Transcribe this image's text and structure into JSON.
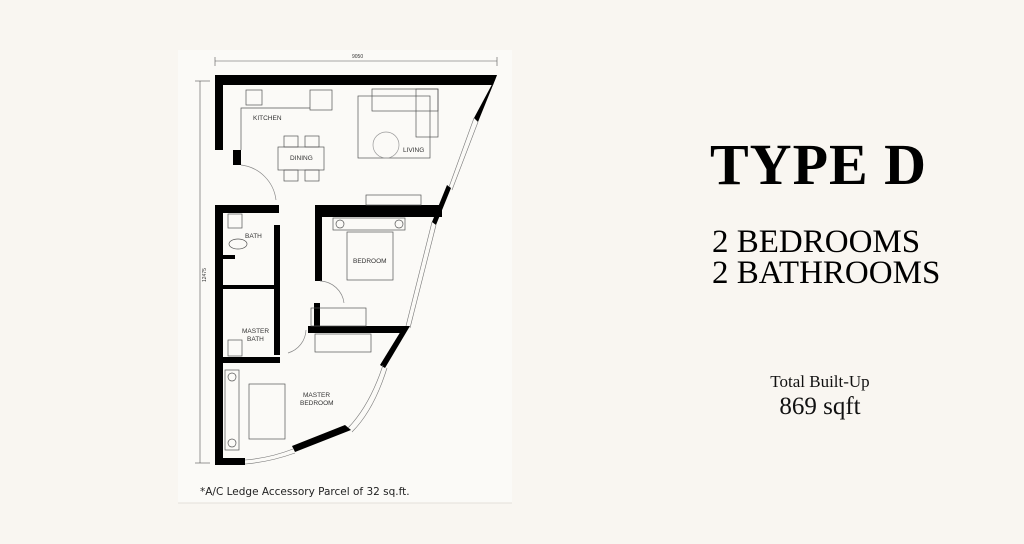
{
  "unit": {
    "type_title": "TYPE D",
    "bedrooms": "2 BEDROOMS",
    "bathrooms": "2 BATHROOMS",
    "built_up_label": "Total Built-Up",
    "built_up_value": "869 sqft"
  },
  "plan": {
    "width_dim": "9050",
    "height_dim": "12475",
    "rooms": {
      "kitchen": "KITCHEN",
      "dining": "DINING",
      "living": "LIVING",
      "bath": "BATH",
      "bedroom": "BEDROOM",
      "master_bath_1": "MASTER",
      "master_bath_2": "BATH",
      "master_bedroom_1": "MASTER",
      "master_bedroom_2": "BEDROOM"
    },
    "note": "*A/C Ledge Accessory Parcel of 32 sq.ft."
  }
}
